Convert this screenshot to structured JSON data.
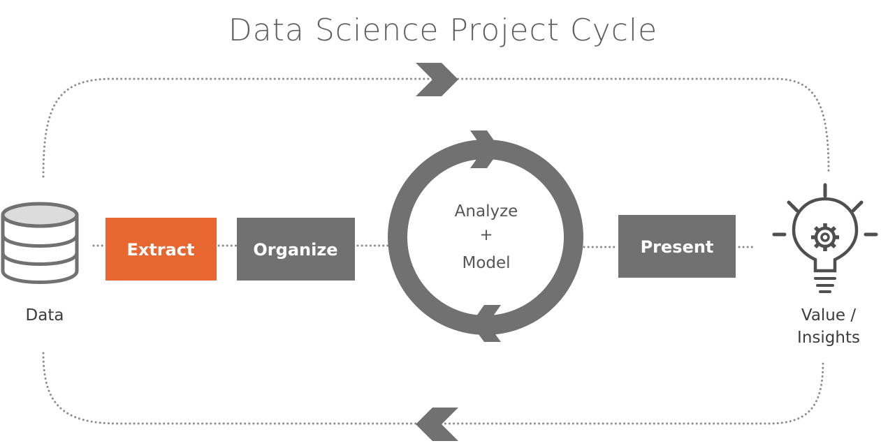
{
  "title": "Data Science Project Cycle",
  "nodes": {
    "data": "Data",
    "value": {
      "line1": "Value /",
      "line2": "Insights"
    }
  },
  "steps": {
    "extract": "Extract",
    "organize": "Organize",
    "present": "Present"
  },
  "center": {
    "line1": "Analyze",
    "line2": "+",
    "line3": "Model"
  },
  "colors": {
    "accent": "#e8662f",
    "box": "#717171",
    "ring": "#717171",
    "text": "#3c3c3c",
    "dotted_line": "#8c8c8c"
  },
  "icons": {
    "data": "database-icon",
    "value": "lightbulb-gear-icon"
  }
}
